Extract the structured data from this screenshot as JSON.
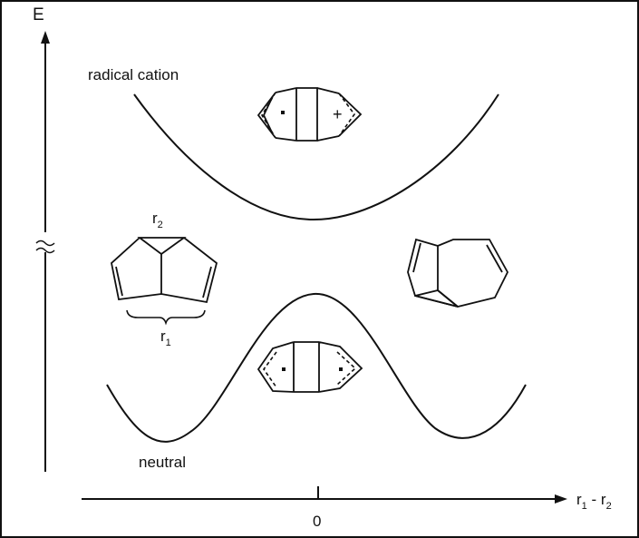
{
  "axes": {
    "y_label": "E",
    "x_label_main": "r",
    "x_label_sub1": "1",
    "x_label_mid": " - r",
    "x_label_sub2": "2",
    "x_zero_tick": "0",
    "y_axis_break": true
  },
  "curves": {
    "upper_label": "radical cation",
    "lower_label": "neutral"
  },
  "structures": {
    "cation_symbol": "+",
    "left_bond_top_main": "r",
    "left_bond_top_sub": "2",
    "left_bond_bottom_main": "r",
    "left_bond_bottom_sub": "1"
  }
}
